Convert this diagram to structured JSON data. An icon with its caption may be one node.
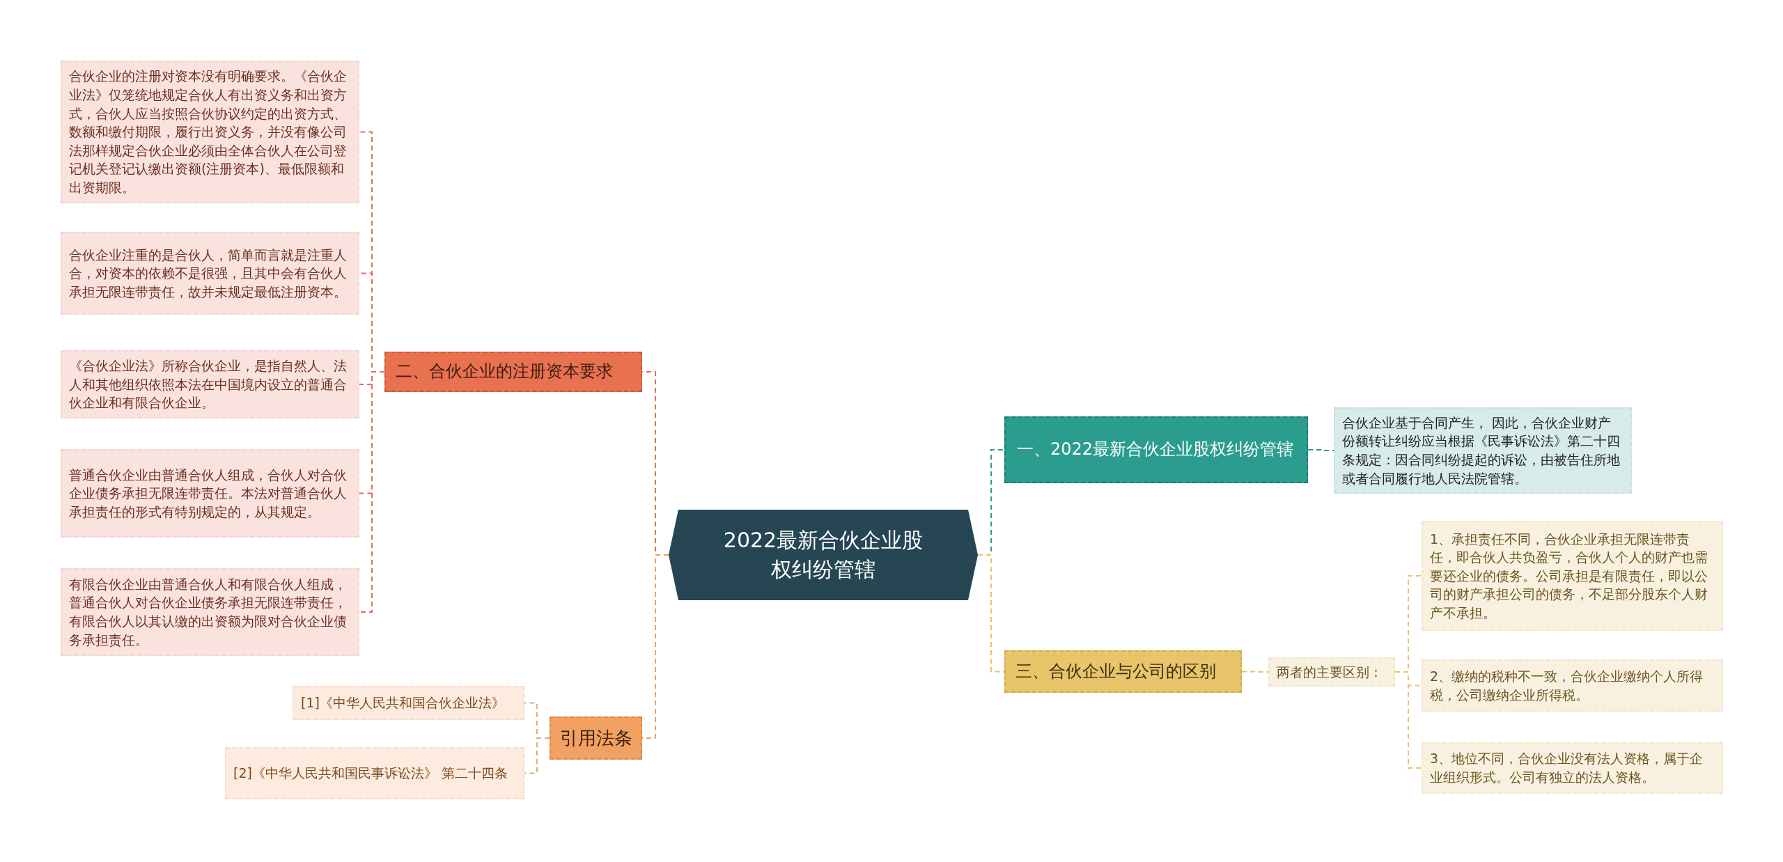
{
  "diagram": {
    "nodes": [
      {
        "text": [
          "2022最新合伙企业股权纠纷管辖"
        ]
      },
      {
        "text": [
          "一、2022最新合伙企业股权纠纷管辖"
        ]
      },
      {
        "text": [
          "合伙企业基于合同产生， 因此，合伙企业财产份额转让纠纷应当根据《民事诉讼法》第二十四条规定：因合同纠纷提起的诉讼，由被告住所地或者合同履行地人民法院管辖。"
        ]
      },
      {
        "text": [
          "二、合伙企业的注册资本要求"
        ]
      },
      {
        "text": [
          "合伙企业的注册对资本没有明确要求。《合伙企业法》仅笼统地规定合伙人有出资义务和出资方式，合伙人应当按照合伙协议约定的出资方式、数额和缴付期限，履行出资义务，并没有像公司法那样规定合伙企业必须由全体合伙人在公司登记机关登记认缴出资额(注册资本)、最低限额和出资期限。"
        ]
      },
      {
        "text": [
          "合伙企业注重的是合伙人，简单而言就是注重人合，对资本的依赖不是很强，且其中会有合伙人承担无限连带责任，故并未规定最低注册资本。"
        ]
      },
      {
        "text": [
          "《合伙企业法》所称合伙企业，是指自然人、法人和其他组织依照本法在中国境内设立的普通合伙企业和有限合伙企业。"
        ]
      },
      {
        "text": [
          "普通合伙企业由普通合伙人组成，合伙人对合伙企业债务承担无限连带责任。本法对普通合伙人承担责任的形式有特别规定的，从其规定。"
        ]
      },
      {
        "text": [
          "有限合伙企业由普通合伙人和有限合伙人组成，普通合伙人对合伙企业债务承担无限连带责任，有限合伙人以其认缴的出资额为限对合伙企业债务承担责任。"
        ]
      },
      {
        "text": [
          "三、合伙企业与公司的区别"
        ]
      },
      {
        "text": [
          "两者的主要区别："
        ]
      },
      {
        "text": [
          "1、承担责任不同，合伙企业承担无限连带责任，即合伙人共负盈亏，合伙人个人的财产也需要还企业的债务。公司承担是有限责任，即以公司的财产承担公司的债务，不足部分股东个人财产不承担。"
        ]
      },
      {
        "text": [
          "2、缴纳的税种不一致，合伙企业缴纳个人所得税，公司缴纳企业所得税。"
        ]
      },
      {
        "text": [
          "3、地位不同，合伙企业没有法人资格，属于企业组织形式。公司有独立的法人资格。"
        ]
      },
      {
        "text": [
          "引用法条"
        ]
      },
      {
        "text": [
          "[1]《中华人民共和国合伙企业法》"
        ]
      },
      {
        "text": [
          "[2]《中华人民共和国民事诉讼法》 第二十四条"
        ]
      }
    ],
    "edges": [
      {
        "from": 0,
        "to": 1,
        "arrow": "none",
        "style": "dashed",
        "color": "#2a9d8f"
      },
      {
        "from": 1,
        "to": 2,
        "arrow": "none",
        "style": "dashed",
        "color": "#2a9d8f"
      },
      {
        "from": 0,
        "to": 3,
        "arrow": "none",
        "style": "dashed",
        "color": "#e07050"
      },
      {
        "from": 3,
        "to": 4,
        "arrow": "none",
        "style": "dashed",
        "color": "#e07050"
      },
      {
        "from": 3,
        "to": 5,
        "arrow": "none",
        "style": "dashed",
        "color": "#e07050"
      },
      {
        "from": 3,
        "to": 6,
        "arrow": "none",
        "style": "dashed",
        "color": "#e07050"
      },
      {
        "from": 3,
        "to": 7,
        "arrow": "none",
        "style": "dashed",
        "color": "#e07050"
      },
      {
        "from": 3,
        "to": 8,
        "arrow": "none",
        "style": "dashed",
        "color": "#e07050"
      },
      {
        "from": 0,
        "to": 9,
        "arrow": "none",
        "style": "dashed",
        "color": "#e6c46a"
      },
      {
        "from": 9,
        "to": 10,
        "arrow": "none",
        "style": "dashed",
        "color": "#e6c46a"
      },
      {
        "from": 10,
        "to": 11,
        "arrow": "none",
        "style": "dashed",
        "color": "#e6c46a"
      },
      {
        "from": 10,
        "to": 12,
        "arrow": "none",
        "style": "dashed",
        "color": "#e6c46a"
      },
      {
        "from": 10,
        "to": 13,
        "arrow": "none",
        "style": "dashed",
        "color": "#e6c46a"
      },
      {
        "from": 0,
        "to": 14,
        "arrow": "none",
        "style": "dashed",
        "color": "#f0a060"
      },
      {
        "from": 14,
        "to": 15,
        "arrow": "none",
        "style": "dashed",
        "color": "#d8b080"
      },
      {
        "from": 14,
        "to": 16,
        "arrow": "none",
        "style": "dashed",
        "color": "#d8b080"
      }
    ]
  }
}
